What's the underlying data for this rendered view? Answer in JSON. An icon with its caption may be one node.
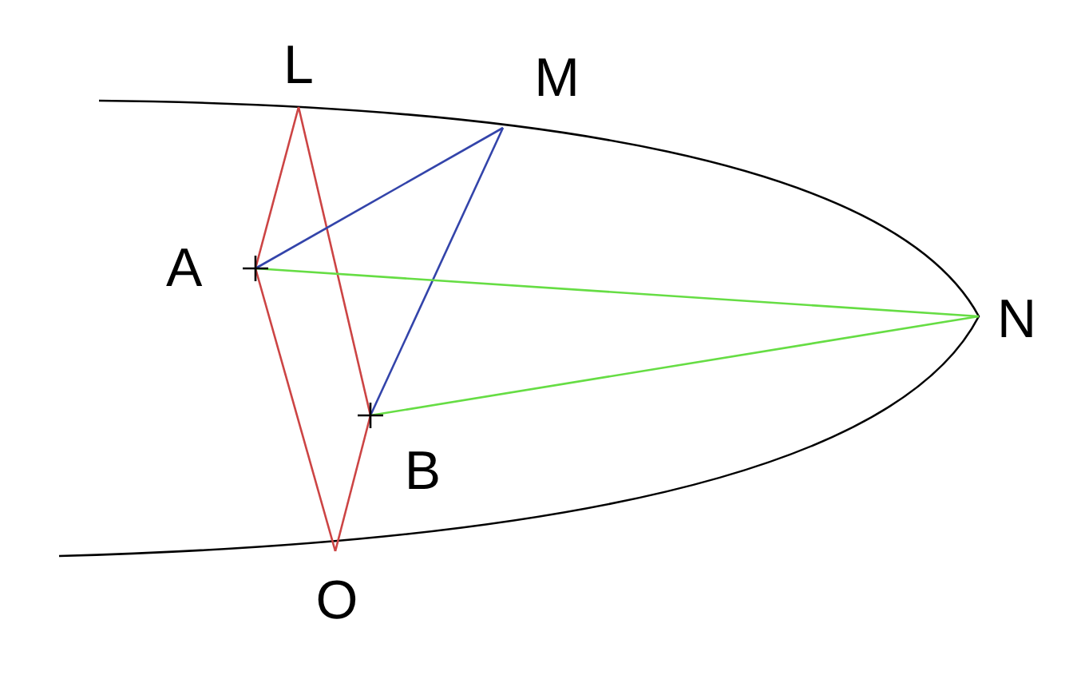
{
  "diagram": {
    "nodes": [
      {
        "text": [
          "L"
        ]
      },
      {
        "text": [
          "M"
        ]
      },
      {
        "text": [
          "A"
        ]
      },
      {
        "text": [
          "N"
        ]
      },
      {
        "text": [
          "B"
        ]
      },
      {
        "text": [
          "O"
        ]
      }
    ],
    "edges": [
      {
        "from": 0,
        "to": 2,
        "arrow": "none",
        "color": "#cc4444"
      },
      {
        "from": 2,
        "to": 5,
        "arrow": "none",
        "color": "#cc4444"
      },
      {
        "from": 0,
        "to": 4,
        "arrow": "none",
        "color": "#cc4444"
      },
      {
        "from": 4,
        "to": 5,
        "arrow": "none",
        "color": "#cc4444"
      },
      {
        "from": 2,
        "to": 1,
        "arrow": "none",
        "color": "#3344aa"
      },
      {
        "from": 1,
        "to": 4,
        "arrow": "none",
        "color": "#3344aa"
      },
      {
        "from": 2,
        "to": 3,
        "arrow": "none",
        "color": "#66dd44"
      },
      {
        "from": 4,
        "to": 3,
        "arrow": "none",
        "color": "#66dd44"
      }
    ]
  }
}
